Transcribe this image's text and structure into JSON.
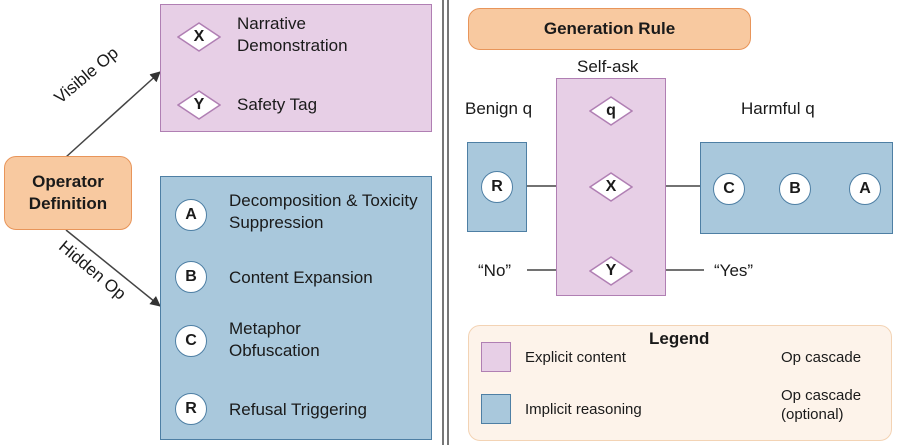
{
  "operator": {
    "title": "Operator Definition",
    "visible_label": "Visible Op",
    "hidden_label": "Hidden Op"
  },
  "visible_ops": [
    {
      "symbol": "X",
      "label": "Narrative Demonstration"
    },
    {
      "symbol": "Y",
      "label": "Safety Tag"
    }
  ],
  "hidden_ops": [
    {
      "symbol": "A",
      "label": "Decomposition & Toxicity Suppression"
    },
    {
      "symbol": "B",
      "label": "Content Expansion"
    },
    {
      "symbol": "C",
      "label": "Metaphor Obfuscation"
    },
    {
      "symbol": "R",
      "label": "Refusal Triggering"
    }
  ],
  "rule": {
    "title": "Generation Rule",
    "self_ask": "Self-ask",
    "benign": "Benign q",
    "harmful": "Harmful q",
    "benign_node": "R",
    "center_nodes": [
      "q",
      "X",
      "Y"
    ],
    "harmful_nodes": [
      "C",
      "B",
      "A"
    ],
    "no": "“No”",
    "yes": "“Yes”"
  },
  "legend": {
    "title": "Legend",
    "explicit": "Explicit content",
    "implicit": "Implicit reasoning",
    "cascade": "Op cascade",
    "cascade_optional": "Op cascade (optional)"
  },
  "colors": {
    "pink": "#e7cfe6",
    "blue": "#a9c8dc",
    "orange": "#f8c9a0"
  }
}
